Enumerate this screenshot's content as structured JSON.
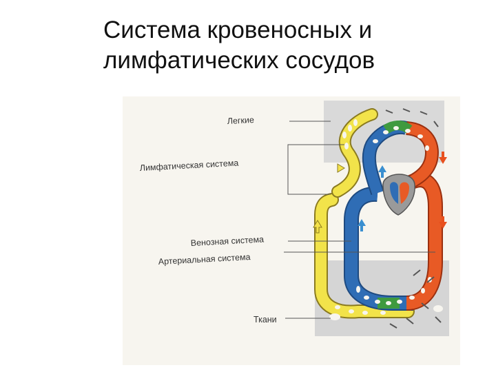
{
  "title": {
    "line1": "Система кровеносных и",
    "line2": "лимфатических сосудов"
  },
  "labels": {
    "lungs": "Легкие",
    "lymphatic": "Лимфатическая система",
    "venous": "Венозная система",
    "arterial": "Артериальная система",
    "tissues": "Ткани"
  },
  "colors": {
    "lymph": "#f2e34a",
    "venous": "#2f6db5",
    "arterial": "#e85a25",
    "capillary_green": "#3f9a3f",
    "heart": "#9a9a9a",
    "tissue_bg": "#d7d7d7",
    "arrow_blue": "#3a8fd0",
    "arrow_red": "#e8501e",
    "arrow_yellow": "#f4e24a"
  }
}
